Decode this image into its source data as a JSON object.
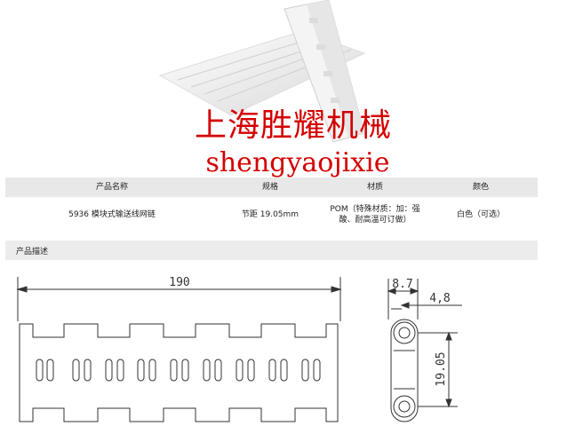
{
  "watermark": {
    "cn": "上海胜耀机械",
    "en": "shengyaojixie"
  },
  "table": {
    "headers": [
      "产品名称",
      "规格",
      "材质",
      "颜色"
    ],
    "row": {
      "name": "5936 模块式输送线网链",
      "spec": "节距  19.05mm",
      "material_line1": "POM（特殊材质：加：强",
      "material_line2": "酸、耐高温可订做）",
      "color": "白色（可选）"
    }
  },
  "description": {
    "label": "产品描述"
  },
  "drawing": {
    "width_dim": "190",
    "thickness_dim": "8.7",
    "offset_dim": "4,8",
    "pitch_dim": "19.05"
  },
  "colors": {
    "watermark": "#d40000",
    "header_bg": "#e8e8e8"
  }
}
